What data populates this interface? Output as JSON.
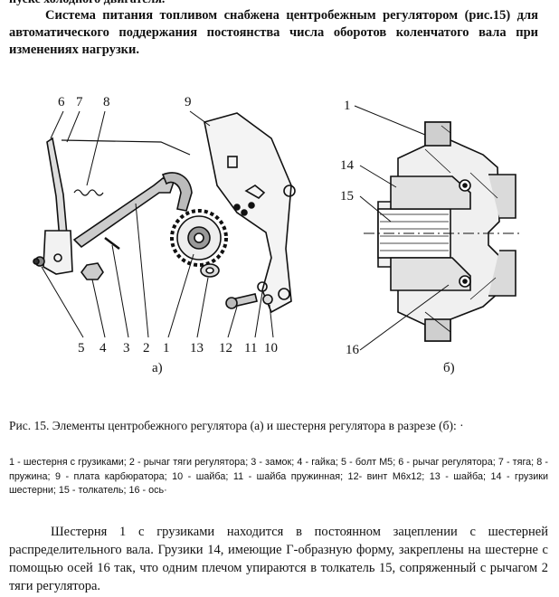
{
  "header_cut_text": "пуске холодного двигателя.",
  "intro_paragraph": "Система питания топливом снабжена центробежным регулятором (рис.15) для автоматического поддержания постоянства числа оборотов коленчатого вала при изменениях нагрузки.",
  "figure": {
    "part_a": {
      "label": "а)",
      "top_callouts": [
        "6",
        "7",
        "8",
        "9"
      ],
      "bottom_callouts": [
        "5",
        "4",
        "3",
        "2",
        "1",
        "13",
        "12",
        "11",
        "10"
      ]
    },
    "part_b": {
      "label": "б)",
      "callouts": [
        "1",
        "14",
        "15",
        "16"
      ]
    }
  },
  "caption": "Рис. 15. Элементы центробежного регулятора (а) и шестерня регулятора в разрезе (б): ·",
  "legend": "1 - шестерня с грузиками; 2 - рычаг тяги регулятора; 3 - замок; 4 - гайка; 5 - болт М5; 6 - рычаг регулятора; 7 - тяга; 8 - пружина; 9 - плата карбюратора; 10 - шайба; 11 - шайба пружинная; 12- винт М6х12; 13 - шайба; 14 - грузики шестерни; 15 - толкатель; 16 - ось·",
  "body_paragraph": "Шестерня 1 с грузиками находится в постоянном зацеплении с шестерней распределительного вала. Грузики 14, имеющие Г-образную форму, закреплены на шестерне с помощью осей 16 так, что одним плечом упираются в толкатель 15, сопряженный с рычагом 2 тяги регулятора."
}
